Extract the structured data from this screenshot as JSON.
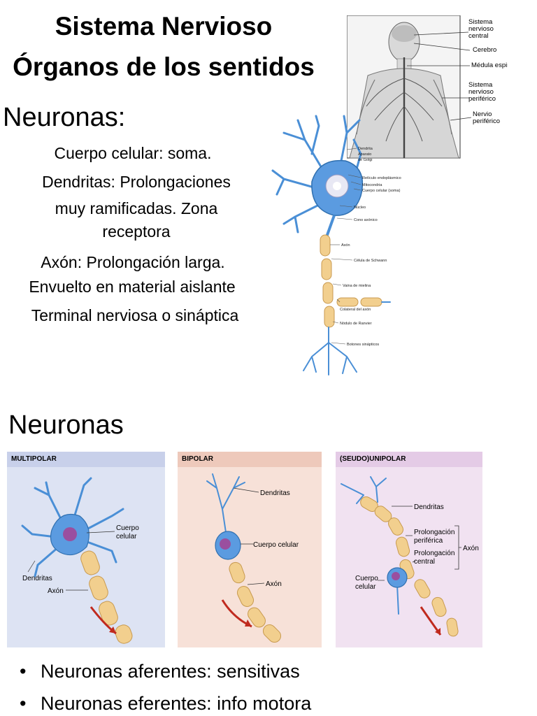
{
  "titles": [
    "Sistema Nervioso",
    "Órganos de los sentidos"
  ],
  "section1_heading": "Neuronas:",
  "description_lines": [
    "Cuerpo celular: soma.",
    "Dendritas: Prolongaciones",
    "muy ramificadas. Zona",
    "receptora",
    "Axón: Prolongación larga.",
    "Envuelto en material aislante",
    "Terminal nerviosa o sináptica"
  ],
  "body_figure_labels": {
    "snc": [
      "Sistema",
      "nervioso",
      "central"
    ],
    "cerebro": "Cerebro",
    "medula": "Médula espinal",
    "snp": [
      "Sistema",
      "nervioso",
      "periférico"
    ],
    "nervio": [
      "Nervio",
      "periférico"
    ]
  },
  "neuron_labels": [
    "Dendrita",
    "Aparato",
    "de Golgi",
    "Retículo endoplásmico",
    "Mitocondria",
    "Cuerpo celular (soma)",
    "Núcleo",
    "Cono axónico",
    "Axón",
    "Célula de Schwann",
    "Vaina de mielina",
    "Colateral del axón",
    "Nódulo de Ranvier",
    "Botones sinápticos"
  ],
  "section2_heading": "Neuronas",
  "panels": [
    {
      "title": "MULTIPOLAR",
      "labels": [
        "Cuerpo",
        "celular",
        "Dendritas",
        "Axón"
      ]
    },
    {
      "title": "BIPOLAR",
      "labels": [
        "Dendritas",
        "Cuerpo celular",
        "Axón"
      ]
    },
    {
      "title": "(SEUDO)UNIPOLAR",
      "labels": [
        "Dendritas",
        "Prolongación",
        "periférica",
        "Prolongación",
        "central",
        "Axón",
        "Cuerpo",
        "celular"
      ]
    }
  ],
  "bullets": [
    "Neuronas aferentes: sensitivas",
    "Neuronas eferentes: info motora"
  ],
  "bullet_symbol": "•",
  "colors": {
    "multipolar_bg": "#dde3f3",
    "bipolar_bg": "#f7e1d8",
    "unipolar_bg": "#f1e2f1",
    "neuron_blue": "#4a8fd6",
    "myelin": "#f2cf8e"
  }
}
